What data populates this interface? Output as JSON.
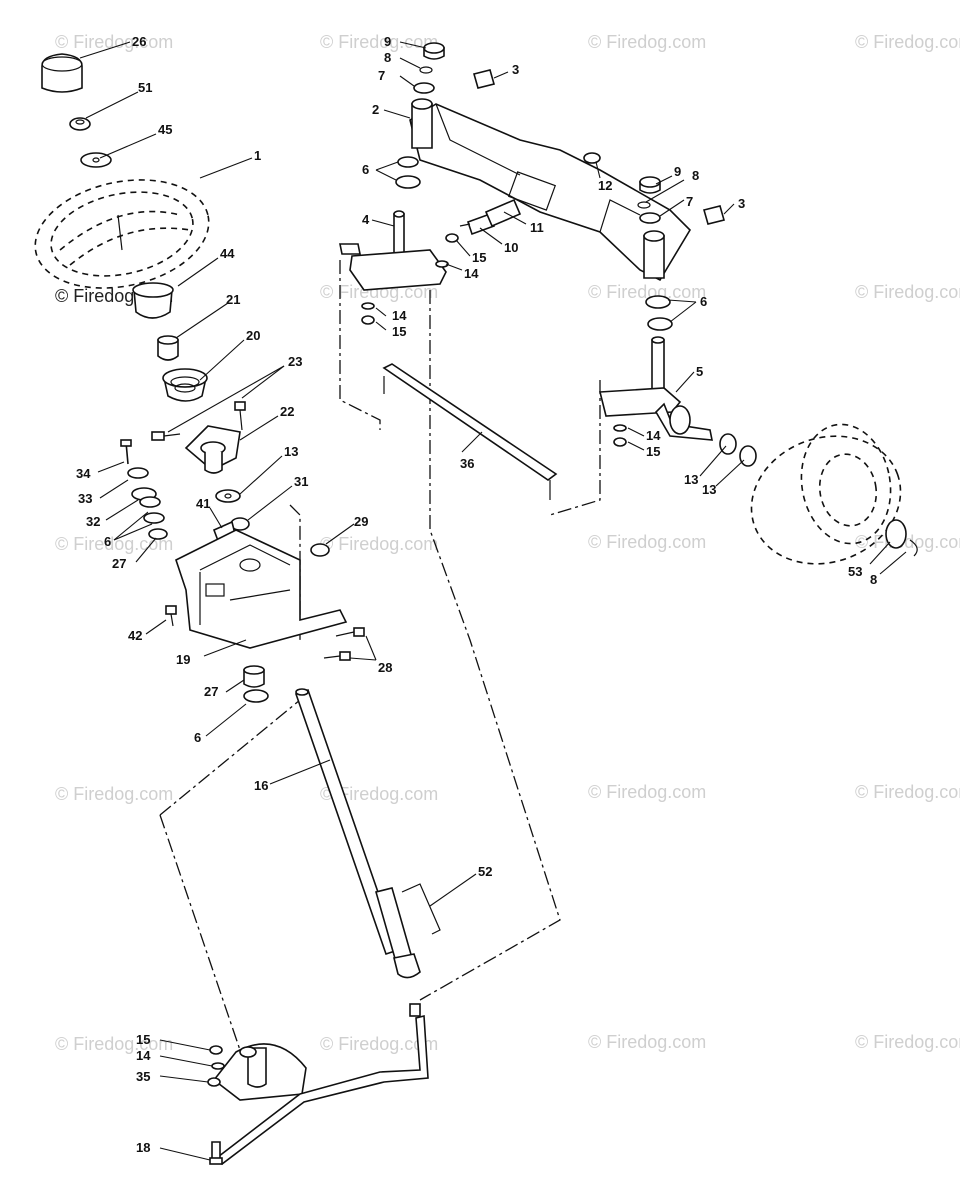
{
  "watermark": {
    "text": "© Firedog.com"
  },
  "callouts": {
    "c1": "1",
    "c2": "2",
    "c3a": "3",
    "c3b": "3",
    "c4": "4",
    "c5": "5",
    "c6a": "6",
    "c6b": "6",
    "c6c": "6",
    "c6d": "6",
    "c7a": "7",
    "c7b": "7",
    "c8a": "8",
    "c8b": "8",
    "c8c": "8",
    "c9a": "9",
    "c9b": "9",
    "c10": "10",
    "c11": "11",
    "c12": "12",
    "c13a": "13",
    "c13b": "13",
    "c13c": "13",
    "c14a": "14",
    "c14b": "14",
    "c14c": "14",
    "c14d": "14",
    "c15a": "15",
    "c15b": "15",
    "c15c": "15",
    "c15d": "15",
    "c16": "16",
    "c18": "18",
    "c19": "19",
    "c20": "20",
    "c21": "21",
    "c22": "22",
    "c23": "23",
    "c26": "26",
    "c27a": "27",
    "c27b": "27",
    "c28": "28",
    "c29": "29",
    "c31": "31",
    "c32": "32",
    "c33": "33",
    "c34": "34",
    "c35": "35",
    "c36": "36",
    "c41": "41",
    "c42": "42",
    "c44": "44",
    "c45": "45",
    "c51": "51",
    "c52": "52",
    "c53": "53"
  }
}
